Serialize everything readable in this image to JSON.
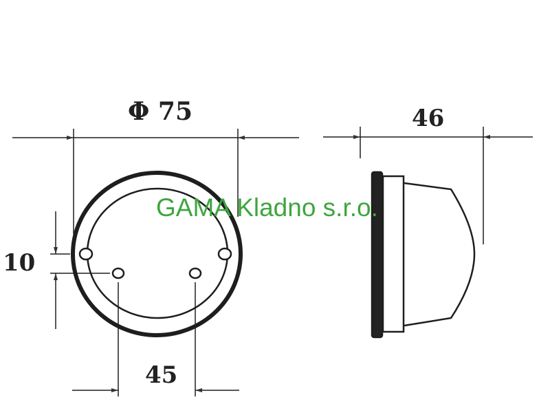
{
  "drawing": {
    "front_view": {
      "diameter_label": "Φ 75",
      "hole_offset_label": "10",
      "hole_spacing_label": "45"
    },
    "side_view": {
      "depth_label": "46"
    },
    "watermark": "GAMA Kladno s.r.o.",
    "colors": {
      "line": "#1e1e1e",
      "watermark": "#3fa53f"
    }
  }
}
